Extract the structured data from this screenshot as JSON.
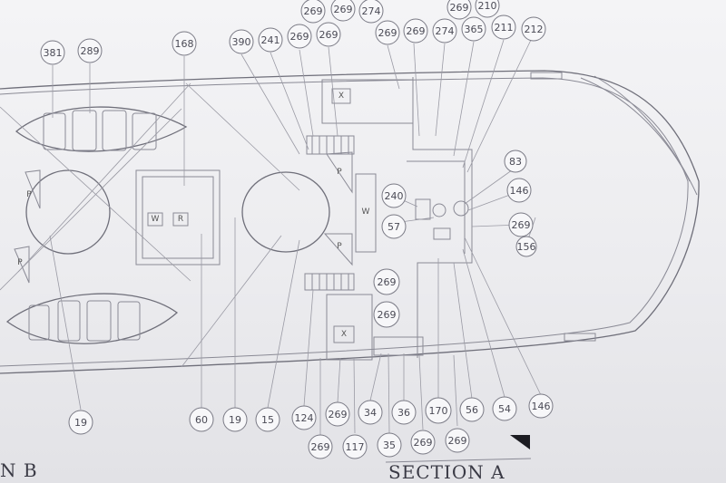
{
  "section_a_label": "SECTION A",
  "section_b_label": "N B",
  "hatch_letter_w": "W",
  "hatch_letter_r": "R",
  "door_letter": "P",
  "hatch_x": "X",
  "callouts": [
    {
      "id": "c381",
      "text": "381"
    },
    {
      "id": "c289",
      "text": "289"
    },
    {
      "id": "c168",
      "text": "168"
    },
    {
      "id": "c390",
      "text": "390"
    },
    {
      "id": "c241",
      "text": "241"
    },
    {
      "id": "c269a",
      "text": "269"
    },
    {
      "id": "c269b",
      "text": "269"
    },
    {
      "id": "c269c",
      "text": "269"
    },
    {
      "id": "c269d",
      "text": "269"
    },
    {
      "id": "c274a",
      "text": "274"
    },
    {
      "id": "c269e",
      "text": "269"
    },
    {
      "id": "c269f",
      "text": "269"
    },
    {
      "id": "c274b",
      "text": "274"
    },
    {
      "id": "c269g",
      "text": "269"
    },
    {
      "id": "c210",
      "text": "210"
    },
    {
      "id": "c365",
      "text": "365"
    },
    {
      "id": "c211",
      "text": "211"
    },
    {
      "id": "c212",
      "text": "212"
    },
    {
      "id": "c83",
      "text": "83"
    },
    {
      "id": "c146a",
      "text": "146"
    },
    {
      "id": "c240",
      "text": "240"
    },
    {
      "id": "c57",
      "text": "57"
    },
    {
      "id": "c269h",
      "text": "269"
    },
    {
      "id": "c156",
      "text": "156"
    },
    {
      "id": "c269i",
      "text": "269"
    },
    {
      "id": "c269j",
      "text": "269"
    },
    {
      "id": "c19a",
      "text": "19"
    },
    {
      "id": "c60",
      "text": "60"
    },
    {
      "id": "c19b",
      "text": "19"
    },
    {
      "id": "c15",
      "text": "15"
    },
    {
      "id": "c124",
      "text": "124"
    },
    {
      "id": "c269k",
      "text": "269"
    },
    {
      "id": "c34",
      "text": "34"
    },
    {
      "id": "c36",
      "text": "36"
    },
    {
      "id": "c170",
      "text": "170"
    },
    {
      "id": "c56",
      "text": "56"
    },
    {
      "id": "c54",
      "text": "54"
    },
    {
      "id": "c146b",
      "text": "146"
    },
    {
      "id": "c269l",
      "text": "269"
    },
    {
      "id": "c117",
      "text": "117"
    },
    {
      "id": "c35",
      "text": "35"
    },
    {
      "id": "c269m",
      "text": "269"
    },
    {
      "id": "c269n",
      "text": "269"
    }
  ]
}
